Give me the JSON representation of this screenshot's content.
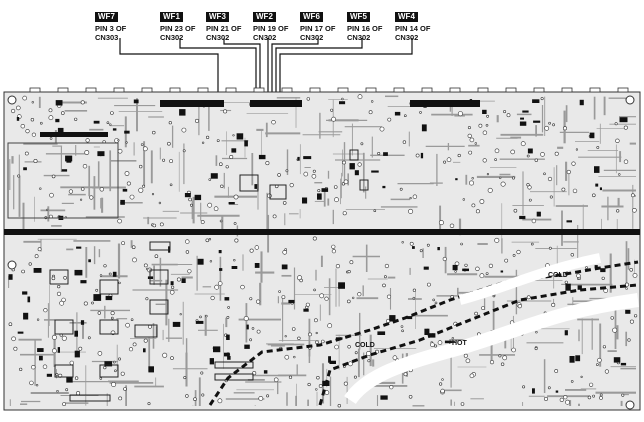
{
  "callouts": [
    {
      "id": "WF7",
      "pin": "PIN 3 OF",
      "connector": "CN303"
    },
    {
      "id": "WF1",
      "pin": "PIN 23 OF",
      "connector": "CN302"
    },
    {
      "id": "WF3",
      "pin": "PIN 21 OF",
      "connector": "CN302"
    },
    {
      "id": "WF2",
      "pin": "PIN 19 OF",
      "connector": "CN302"
    },
    {
      "id": "WF6",
      "pin": "PIN 17 OF",
      "connector": "CN302"
    },
    {
      "id": "WF5",
      "pin": "PIN 16 OF",
      "connector": "CN302"
    },
    {
      "id": "WF4",
      "pin": "PIN 14 OF",
      "connector": "CN302"
    }
  ],
  "board": {
    "zone_labels": [
      "COLD",
      "COLD",
      "HOT"
    ]
  },
  "colors": {
    "board": "#e9e9e9",
    "trace": "#9a9a9a",
    "ink": "#111111",
    "pad": "#ffffff"
  }
}
